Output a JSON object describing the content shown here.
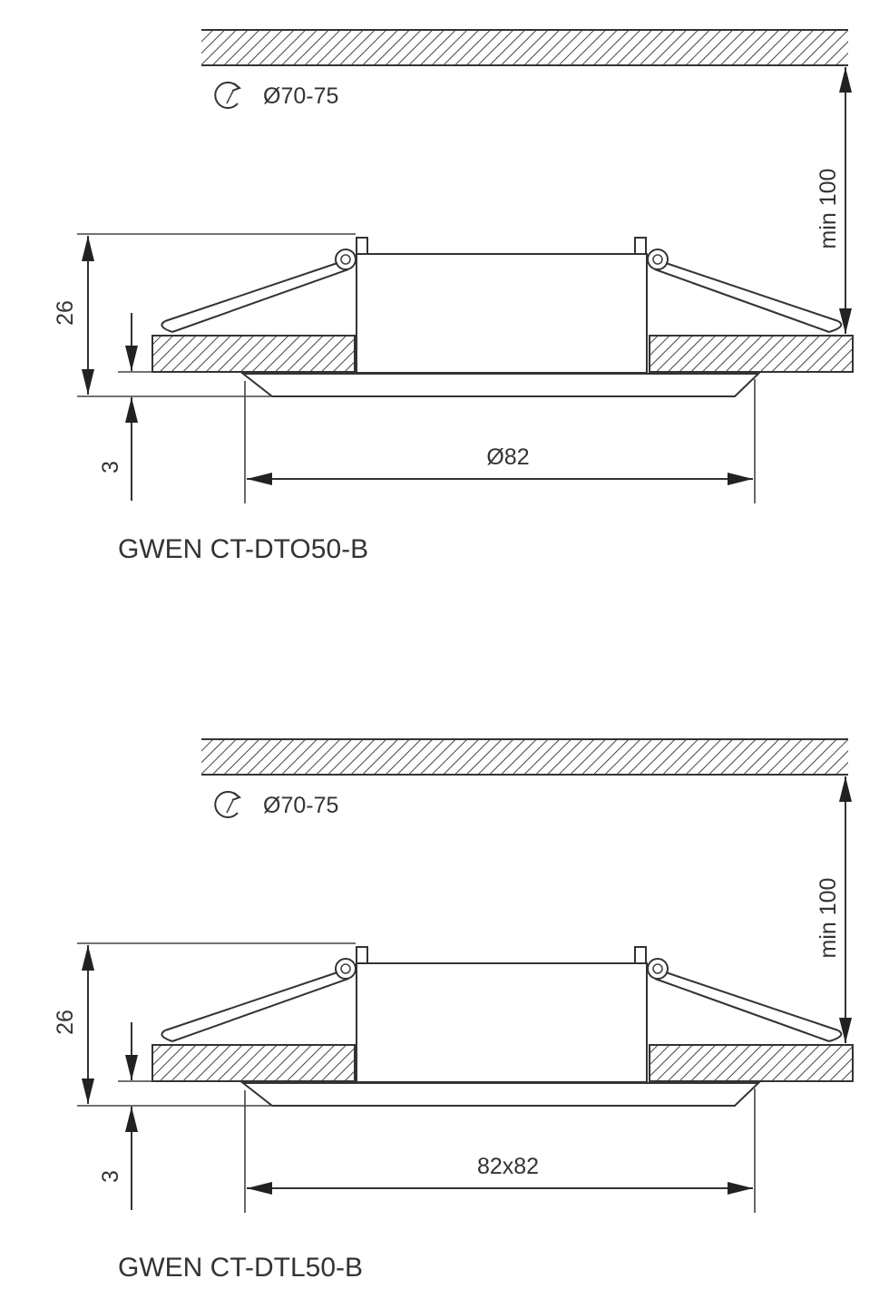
{
  "diagrams": [
    {
      "hole_diameter": "Ø70-75",
      "clearance": "min 100",
      "height": "26",
      "bezel_thickness": "3",
      "bezel_size": "Ø82",
      "model": "GWEN CT-DTO50-B"
    },
    {
      "hole_diameter": "Ø70-75",
      "clearance": "min 100",
      "height": "26",
      "bezel_thickness": "3",
      "bezel_size": "82x82",
      "model": "GWEN CT-DTL50-B"
    }
  ]
}
